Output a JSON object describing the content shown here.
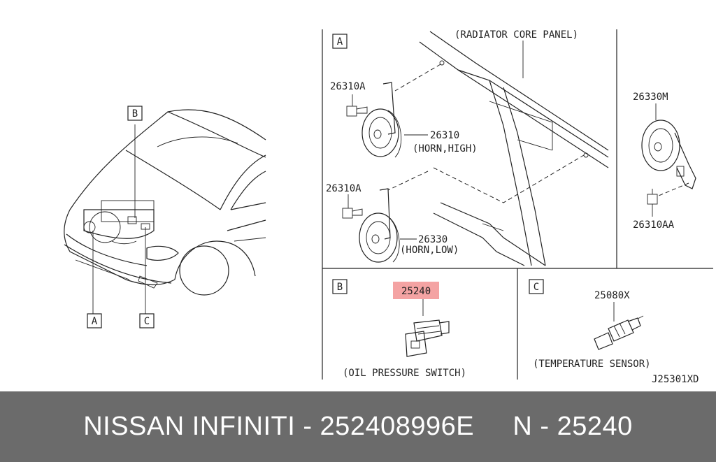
{
  "labels": {
    "callout_b_car": "B",
    "callout_a_car": "A",
    "callout_c_car": "C",
    "panel_a": "A",
    "panel_b": "B",
    "panel_c": "C",
    "radiator": "(RADIATOR CORE PANEL)",
    "p26310a_top": "26310A",
    "p26310": "26310",
    "horn_high": "(HORN,HIGH)",
    "p26310a_bottom": "26310A",
    "p26330": "26330",
    "horn_low": "(HORN,LOW)",
    "p26330m": "26330M",
    "p26310aa": "26310AA",
    "p25240": "25240",
    "oil_switch": "(OIL PRESSURE SWITCH)",
    "p25080x": "25080X",
    "temp_sensor": "(TEMPERATURE SENSOR)",
    "diagram_code": "J25301XD"
  },
  "footer": {
    "text": "NISSAN INFINITI - 252408996E     N - 25240"
  },
  "colors": {
    "footer_bg": "#6b6b6b",
    "highlight": "#f4a3a3"
  }
}
